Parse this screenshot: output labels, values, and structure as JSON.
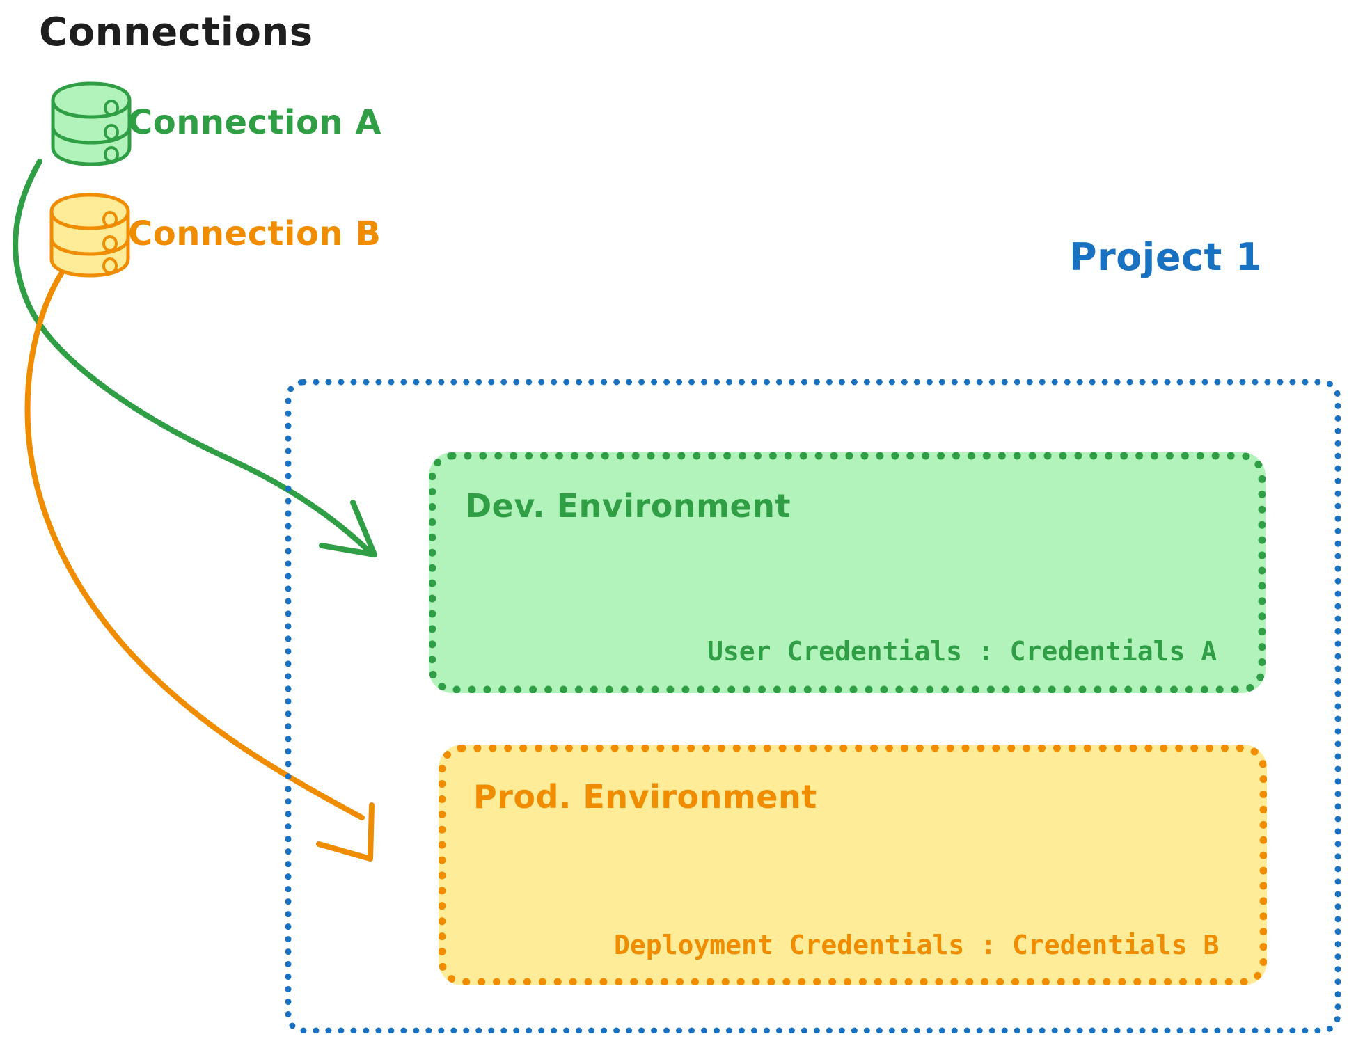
{
  "title": "Connections",
  "connections": [
    {
      "label": "Connection A",
      "icon": "database-cylinder-icon",
      "color": "#2f9e44",
      "fill": "#b2f2bb"
    },
    {
      "label": "Connection B",
      "icon": "database-cylinder-icon",
      "color": "#f08c00",
      "fill": "#ffec99"
    }
  ],
  "project": {
    "label": "Project 1",
    "color": "#1971c2",
    "environments": [
      {
        "name": "Dev. Environment",
        "credentials_label": "User Credentials : Credentials A",
        "color": "#2f9e44",
        "fill": "#b2f2bb"
      },
      {
        "name": "Prod. Environment",
        "credentials_label": "Deployment Credentials : Credentials B",
        "color": "#f08c00",
        "fill": "#ffec99"
      }
    ]
  },
  "arrows": [
    {
      "name": "connection-a-to-dev-arrow",
      "from": "Connection A",
      "to": "Dev. Environment",
      "color": "#2f9e44"
    },
    {
      "name": "connection-b-to-prod-arrow",
      "from": "Connection B",
      "to": "Prod. Environment",
      "color": "#f08c00"
    }
  ],
  "colors": {
    "title_text": "#1e1e1e",
    "green_stroke": "#2f9e44",
    "green_fill": "#b2f2bb",
    "orange_stroke": "#f08c00",
    "orange_fill": "#ffec99",
    "blue_stroke": "#1971c2",
    "background": "#ffffff"
  }
}
